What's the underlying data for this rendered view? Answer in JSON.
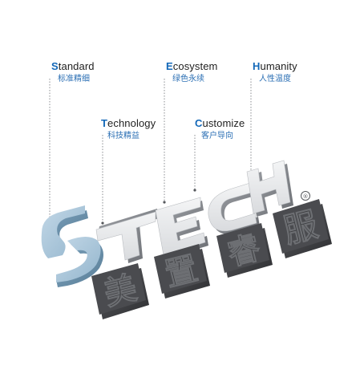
{
  "callouts": {
    "standard": {
      "initial": "S",
      "rest": "tandard",
      "cn": "标准精细"
    },
    "ecosystem": {
      "initial": "E",
      "rest": "cosystem",
      "cn": "绿色永续"
    },
    "humanity": {
      "initial": "H",
      "rest": "umanity",
      "cn": "人性温度"
    },
    "technology": {
      "initial": "T",
      "rest": "echnology",
      "cn": "科技精益"
    },
    "customize": {
      "initial": "C",
      "rest": "ustomize",
      "cn": "客户导向"
    }
  },
  "logo": {
    "brand_letters": "TECH",
    "registered_mark": "®",
    "cn_characters": [
      "美",
      "置",
      "睿",
      "服"
    ]
  },
  "colors": {
    "accent_blue": "#1368b8",
    "text_blue": "#2b6fb4",
    "s_shape_blue": "#a9c7dc",
    "letter_face": "#e9eaec",
    "dark_block": "#3f4043"
  }
}
